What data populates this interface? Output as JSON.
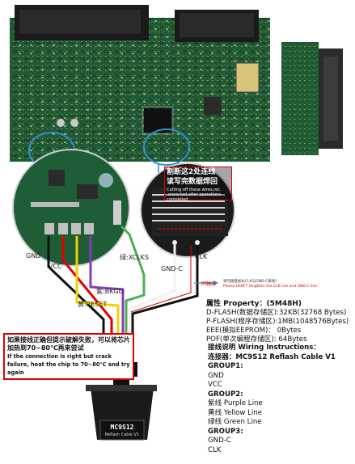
{
  "colors": {
    "pcb_green": "#1d5a32",
    "pcb_dark": "#123d22",
    "connector_black": "#1a1a1a",
    "warning_red": "#e00000",
    "wire_black": "#111111",
    "wire_white": "#f2f2f2",
    "wire_red": "#e00000",
    "wire_purple": "#8a3ab9",
    "wire_yellow": "#f5d000",
    "wire_green": "#4caf50"
  },
  "labels": {
    "gnd": "GND",
    "vcc": "VCC",
    "green_xclks": "绿:XCLKS",
    "gnd_c": "GND-C",
    "clk": "CLK",
    "purple_bkgd": "紫:BKGD",
    "yellow_reset": "黄:RESET",
    "sync_clock": "同軸线"
  },
  "redbox": {
    "title_line1": "割断这2处连线",
    "title_line2": "读写完数据焊回",
    "en_line1": "Cutting off these wires,rec",
    "en_line2": "-onnected after operations",
    "en_line3": "completed"
  },
  "note": {
    "line1": "请勿随意加长CLK与GND-C接线！",
    "line2": "Please DON'T lengthen the CLK line and GND-C line"
  },
  "warning": {
    "cn": "如果接线正确但提示破解失败，可以将芯片加热到70~80℃再来尝试",
    "en": "If the connection is right but crack failure, heat the chip to 70~80℃ and try again"
  },
  "properties": {
    "title": "属性 Property：(5M48H)",
    "dflash": "D-FLASH(数据存储区):32KB(32768 Bytes)",
    "pflash": "P-FLASH(程序存储区):1MB(1048576Bytes)",
    "eee": "EEE(模拟EEPROM)：  0Bytes",
    "pof": "POF(单次编程存储区): 64Bytes"
  },
  "wiring": {
    "title": "接线说明 Wiring Instructions：",
    "cable": "连接器：MC9S12 Reflash Cable V1",
    "group1": "GROUP1:",
    "g1_items": [
      "GND",
      "VCC"
    ],
    "group2": "GROUP2:",
    "g2_items": [
      "紫线 Purple Line",
      "黄线 Yellow Line",
      "绿线 Green Line"
    ],
    "group3": "GROUP3:",
    "g3_items": [
      "GND-C",
      "CLK"
    ]
  },
  "connector": {
    "label": "MC9S12",
    "sub": "Reflash Cable V1"
  }
}
